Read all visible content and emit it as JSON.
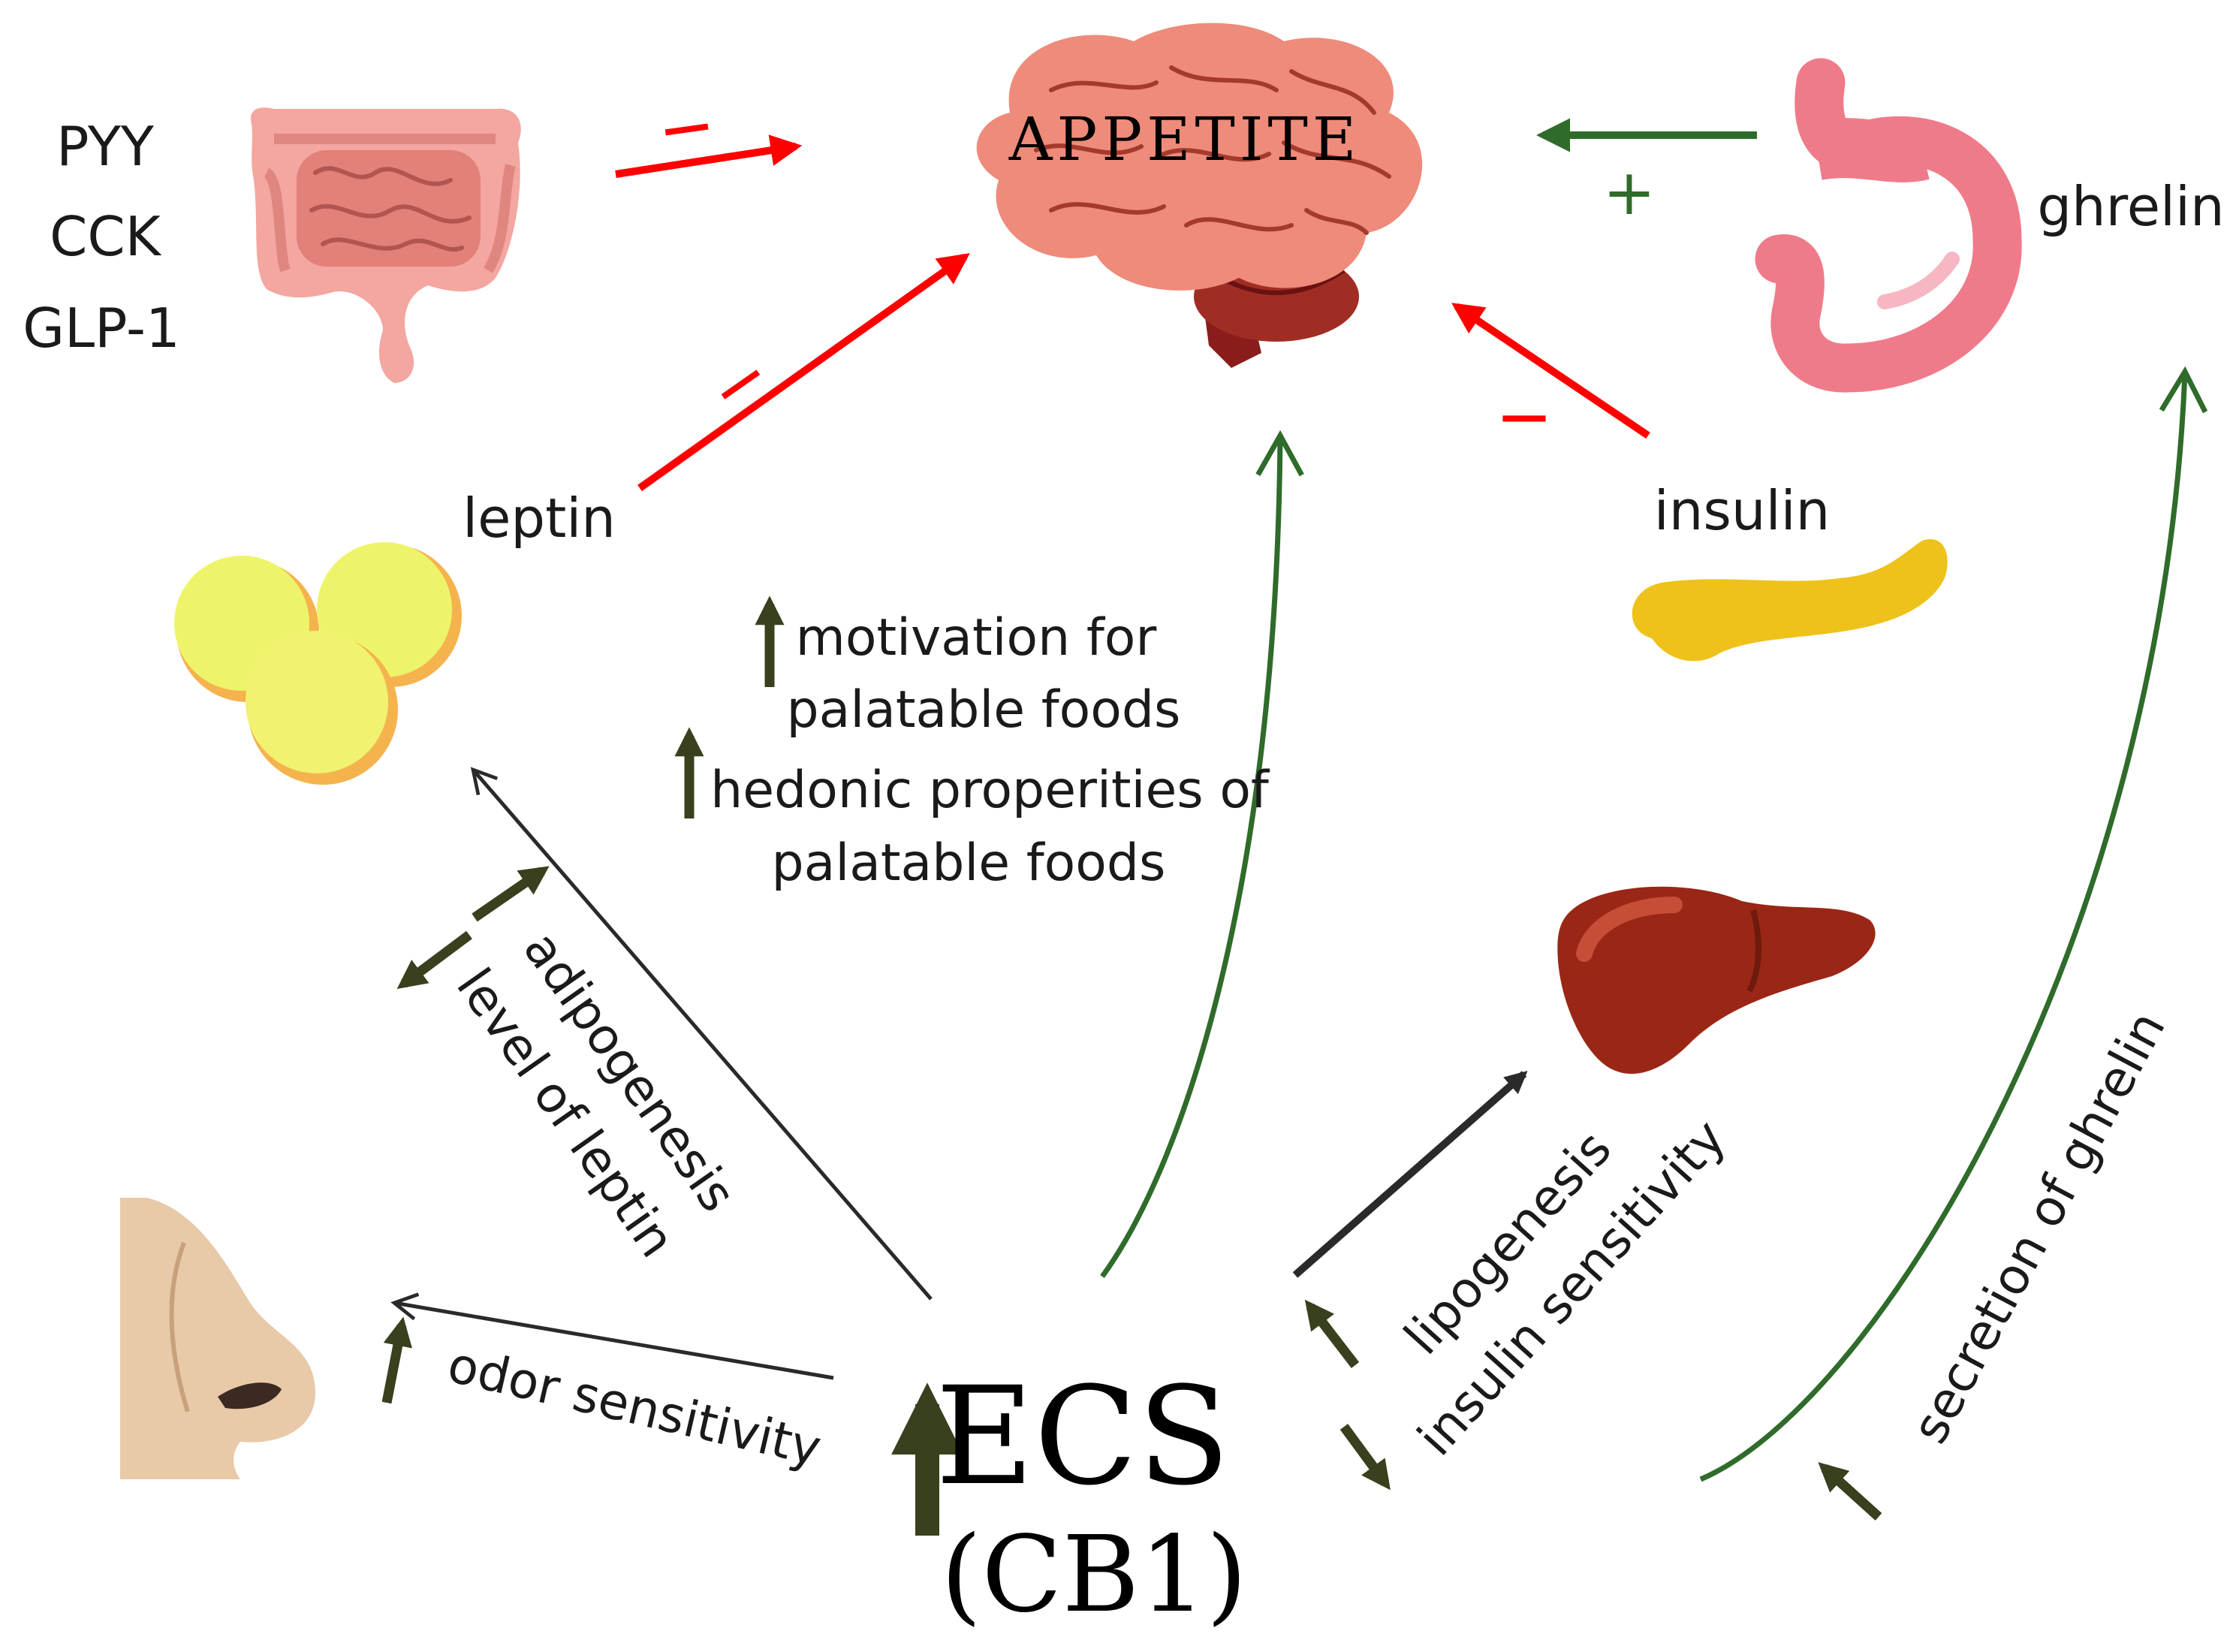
{
  "colors": {
    "inhibit_red": "#ff0000",
    "stimulate_green": "#2f6b2a",
    "effect_olive": "#38401e",
    "pathway_dark": "#2a2a2a",
    "text": "#1a1a1a"
  },
  "center": {
    "appetite_label": "APPETITE",
    "ecs_label": "ECS",
    "cb1_label": "(CB1)"
  },
  "gut": {
    "hormones": [
      "PYY",
      "CCK",
      "GLP-1"
    ],
    "sign": "—",
    "icon": "intestine-icon"
  },
  "leptin": {
    "label": "leptin",
    "sign": "—",
    "icon": "adipocytes-icon"
  },
  "ghrelin": {
    "label": "ghrelin",
    "sign": "+",
    "icon": "stomach-icon"
  },
  "insulin": {
    "label": "insulin",
    "sign": "—",
    "icon": "pancreas-icon"
  },
  "liver": {
    "icon": "liver-icon"
  },
  "nose": {
    "icon": "nose-icon"
  },
  "brain": {
    "icon": "brain-icon"
  },
  "ecs_effects": {
    "motivation_line1": "motivation for",
    "motivation_line2": "palatable foods",
    "hedonic_line1": "hedonic properities of",
    "hedonic_line2": "palatable foods",
    "adipogenesis": "adipogenesis",
    "leptin_level": "level of leptin",
    "odor_sensitivity": "odor sensitivity",
    "lipogenesis": "lipogenesis",
    "insulin_sensitivity": "insulin sensitivity",
    "ghrelin_secretion": "secretion of ghrelin"
  }
}
